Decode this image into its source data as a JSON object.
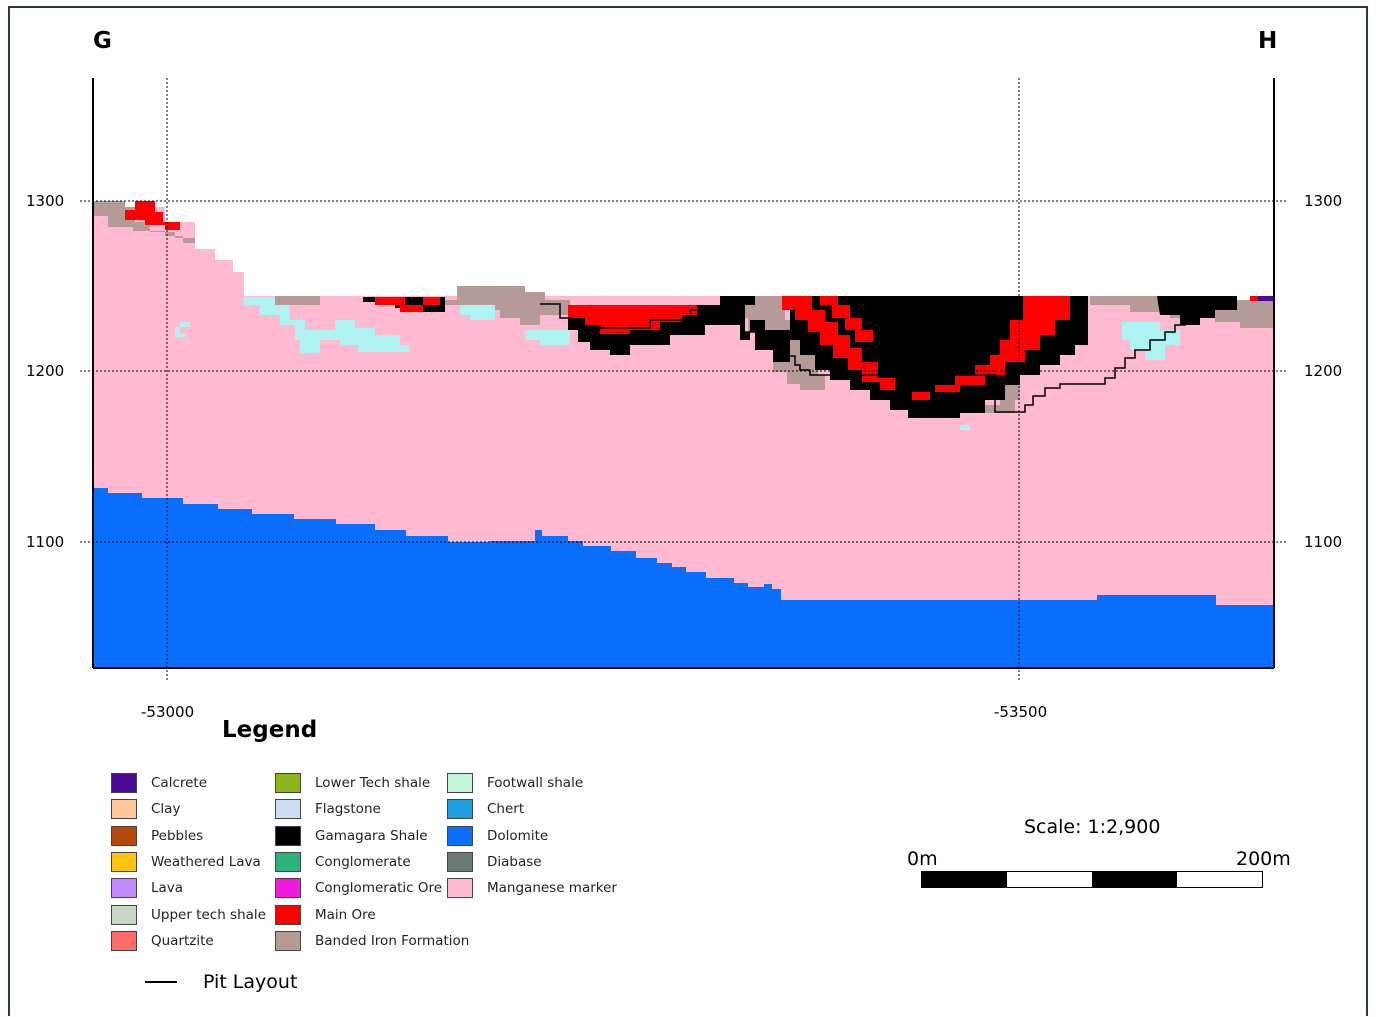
{
  "section": {
    "start_label": "G",
    "end_label": "H"
  },
  "axes": {
    "elevation_ticks": [
      "1300",
      "1200",
      "1100"
    ],
    "easting_ticks": [
      "-53000",
      "-53500"
    ]
  },
  "legend": {
    "title": "Legend",
    "items": [
      {
        "label": "Calcrete",
        "color": "#4b0a96"
      },
      {
        "label": "Clay",
        "color": "#ffc89a"
      },
      {
        "label": "Pebbles",
        "color": "#b34a0a"
      },
      {
        "label": "Weathered Lava",
        "color": "#ffc20e"
      },
      {
        "label": "Lava",
        "color": "#c48aff"
      },
      {
        "label": "Upper tech shale",
        "color": "#c8d6c6"
      },
      {
        "label": "Quartzite",
        "color": "#ff6b6b"
      },
      {
        "label": "Lower Tech shale",
        "color": "#8ab31c"
      },
      {
        "label": "Flagstone",
        "color": "#cfdcf7"
      },
      {
        "label": "Gamagara Shale",
        "color": "#000000"
      },
      {
        "label": "Conglomerate",
        "color": "#2fb37c"
      },
      {
        "label": "Conglomeratic Ore",
        "color": "#f01ae0"
      },
      {
        "label": "Main Ore",
        "color": "#ff0000"
      },
      {
        "label": "Banded Iron Formation",
        "color": "#b59a98"
      },
      {
        "label": "Footwall shale",
        "color": "#c2f7dc"
      },
      {
        "label": "Chert",
        "color": "#1ea0e0"
      },
      {
        "label": "Dolomite",
        "color": "#0a6eff"
      },
      {
        "label": "Diabase",
        "color": "#6b7a77"
      },
      {
        "label": "Manganese marker",
        "color": "#ffbad2"
      }
    ],
    "pit_label": "Pit Layout"
  },
  "scale": {
    "title": "Scale: 1:2,900",
    "start": "0m",
    "end": "200m"
  },
  "colors": {
    "manganese_marker": "#ffbad2",
    "dolomite": "#0a6eff",
    "gamagara_shale": "#000000",
    "main_ore": "#ff0000",
    "banded_iron_formation": "#b59a98",
    "cyan_patches": "#aff2f2",
    "frame": "#1f3a5a"
  }
}
